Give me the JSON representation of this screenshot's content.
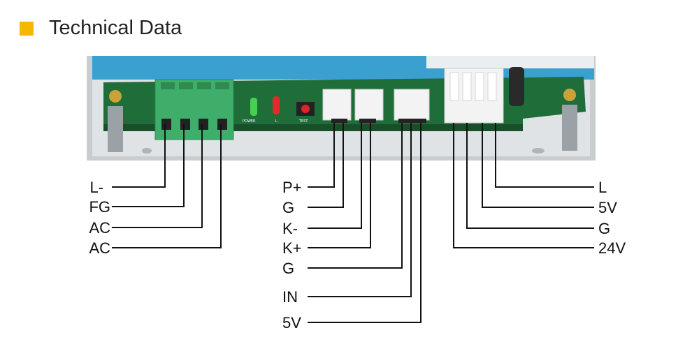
{
  "header": {
    "title": "Technical Data",
    "accent_color": "#f5b800"
  },
  "left_terminals": [
    "L-",
    "FG",
    "AC",
    "AC"
  ],
  "middle_terminals": [
    "P+",
    "G",
    "K-",
    "K+",
    "G",
    "IN",
    "5V"
  ],
  "right_terminals": [
    "L",
    "5V",
    "G",
    "24V"
  ],
  "board_text": {
    "power": "POWER",
    "l": "L",
    "test": "TEST"
  },
  "colors": {
    "pcb": "#1f6e3a",
    "housing": "#3aa0cf",
    "terminal_block": "#3fae6a",
    "connector": "#f3f3f3"
  }
}
